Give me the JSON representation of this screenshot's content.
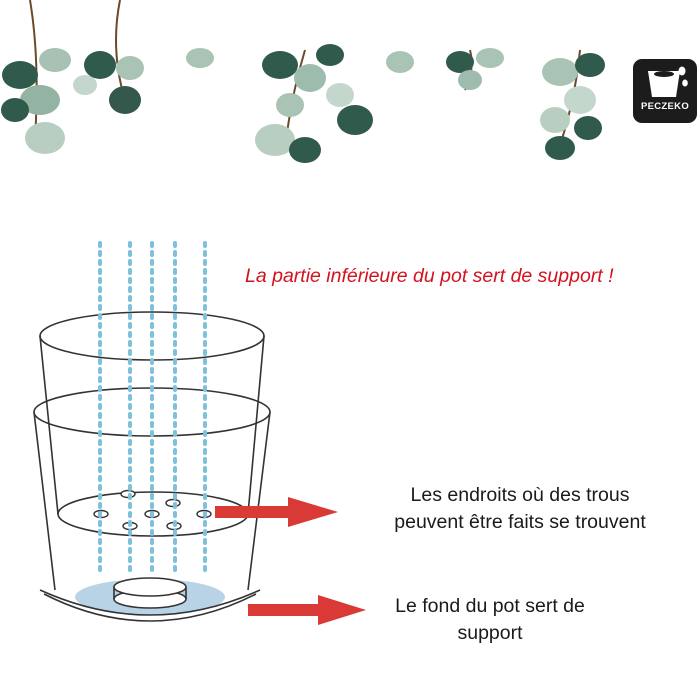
{
  "brand": {
    "logo_text": "PECZEKO"
  },
  "headline": "La partie inférieure du pot sert de support !",
  "callouts": {
    "holes": {
      "line1": "Les endroits où des trous",
      "line2": "peuvent être faits se trouvent"
    },
    "bottom": {
      "line1": "Le fond du pot sert de",
      "line2": "support"
    }
  },
  "colors": {
    "headline": "#d4121f",
    "arrow": "#d93a36",
    "water_dots": "#7ec1dc",
    "water_pool": "#b9d3e6",
    "leaf_dark": "#2f5a4c",
    "leaf_light": "#a7c2b4",
    "outline": "#333333"
  },
  "icons": {
    "logo": "pot-logo-icon",
    "arrow": "right-arrow-icon"
  }
}
